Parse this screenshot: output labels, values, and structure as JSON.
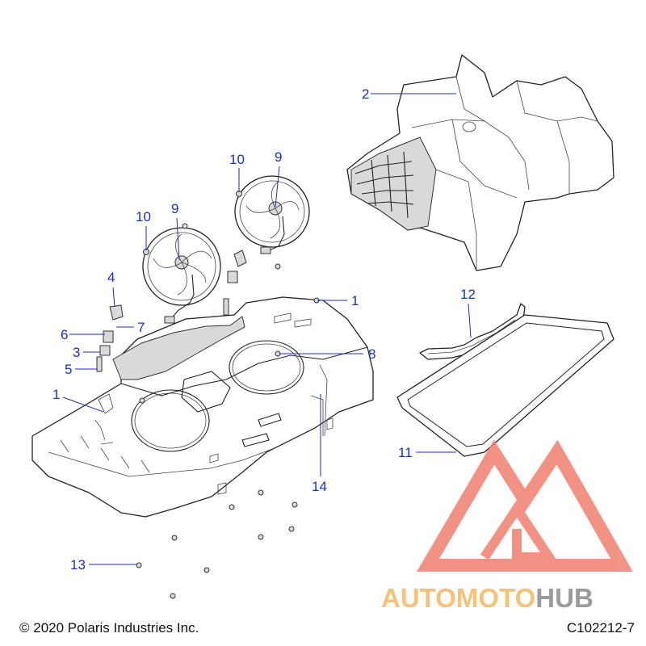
{
  "callouts": {
    "c1a": "1",
    "c1b": "1",
    "c2": "2",
    "c3": "3",
    "c4": "4",
    "c5": "5",
    "c6": "6",
    "c7": "7",
    "c8": "8",
    "c9a": "9",
    "c9b": "9",
    "c10a": "10",
    "c10b": "10",
    "c11": "11",
    "c12": "12",
    "c13": "13",
    "c14": "14"
  },
  "footer": {
    "copyright": "© 2020 Polaris Industries Inc.",
    "drawing_number": "C102212-7"
  },
  "watermark": {
    "brand_part1": "AUTOMOTO",
    "brand_part2": "HUB",
    "color_primary": "#f08070",
    "color_secondary": "#f4b860",
    "color_tertiary": "#8a8a8a"
  },
  "colors": {
    "callout": "#1a2ec8"
  }
}
